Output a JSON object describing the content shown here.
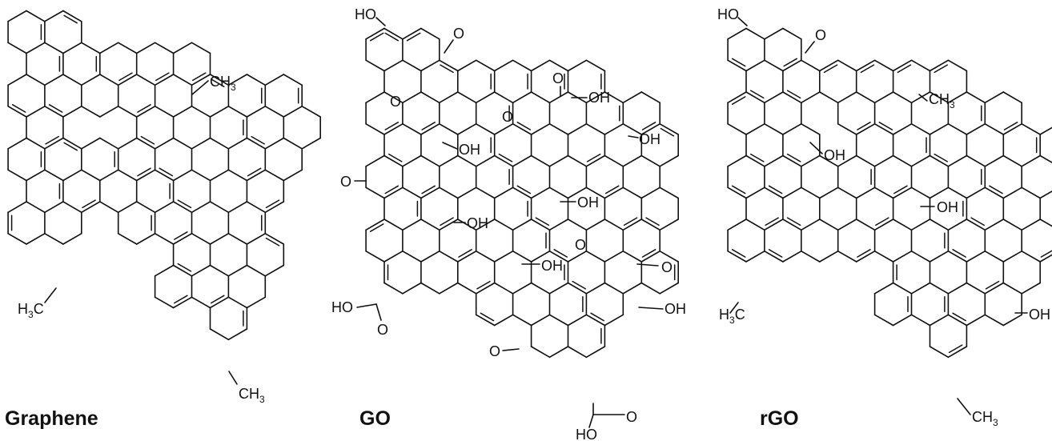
{
  "captions": {
    "graphene": "Graphene",
    "go": "GO",
    "rgo": "rGO"
  },
  "groups": {
    "ch3": "CH",
    "ch3_sub": "3",
    "h3c_h": "H",
    "h3c_sub": "3",
    "h3c_c": "C",
    "oh": "OH",
    "ho": "HO",
    "o": "O"
  },
  "colors": {
    "line": "#111111",
    "background": "#ffffff"
  }
}
